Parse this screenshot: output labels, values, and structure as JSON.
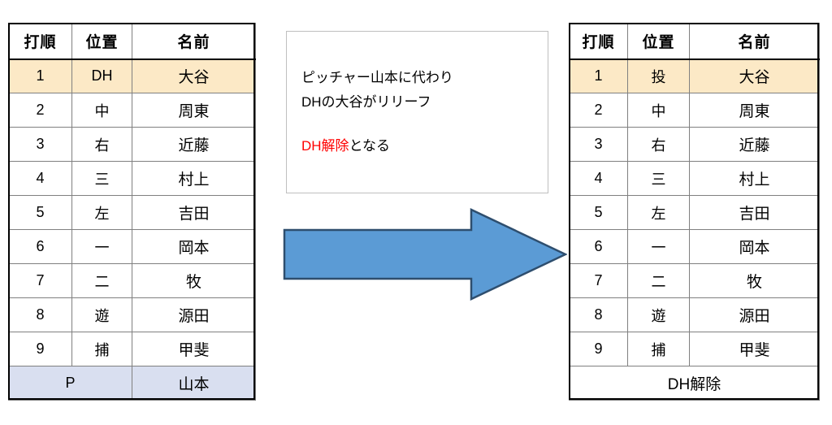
{
  "diagram": {
    "title_semantics": "baseball-lineup-dh-release-diagram",
    "colors": {
      "highlight_cream": "#FCE9C6",
      "highlight_blue": "#D9DFF0",
      "accent_red": "#FF0000",
      "arrow_fill": "#5B9BD5",
      "arrow_stroke": "#2E4E6E",
      "table_border": "#808080",
      "box_border": "#BFBFBF"
    }
  },
  "left_table": {
    "name": "before-lineup-table",
    "headers": [
      "打順",
      "位置",
      "名前"
    ],
    "rows": [
      {
        "order": "1",
        "position": "DH",
        "name": "大谷",
        "highlight": "cream"
      },
      {
        "order": "2",
        "position": "中",
        "name": "周東",
        "highlight": "none"
      },
      {
        "order": "3",
        "position": "右",
        "name": "近藤",
        "highlight": "none"
      },
      {
        "order": "4",
        "position": "三",
        "name": "村上",
        "highlight": "none"
      },
      {
        "order": "5",
        "position": "左",
        "name": "吉田",
        "highlight": "none"
      },
      {
        "order": "6",
        "position": "一",
        "name": "岡本",
        "highlight": "none"
      },
      {
        "order": "7",
        "position": "二",
        "name": "牧",
        "highlight": "none"
      },
      {
        "order": "8",
        "position": "遊",
        "name": "源田",
        "highlight": "none"
      },
      {
        "order": "9",
        "position": "捕",
        "name": "甲斐",
        "highlight": "none"
      }
    ],
    "footer": {
      "label": "P",
      "name": "山本",
      "highlight": "blue"
    }
  },
  "note": {
    "name": "explanation-text-box",
    "line1": "ピッチャー山本に代わり",
    "line2": "DHの大谷がリリーフ",
    "line3_accent": "DH解除",
    "line3_tail": "となる"
  },
  "arrow": {
    "name": "transition-arrow",
    "direction": "right"
  },
  "right_table": {
    "name": "after-lineup-table",
    "headers": [
      "打順",
      "位置",
      "名前"
    ],
    "rows": [
      {
        "order": "1",
        "position": "投",
        "name": "大谷",
        "highlight": "cream",
        "position_accent": true
      },
      {
        "order": "2",
        "position": "中",
        "name": "周東",
        "highlight": "none",
        "position_accent": false
      },
      {
        "order": "3",
        "position": "右",
        "name": "近藤",
        "highlight": "none",
        "position_accent": false
      },
      {
        "order": "4",
        "position": "三",
        "name": "村上",
        "highlight": "none",
        "position_accent": false
      },
      {
        "order": "5",
        "position": "左",
        "name": "吉田",
        "highlight": "none",
        "position_accent": false
      },
      {
        "order": "6",
        "position": "一",
        "name": "岡本",
        "highlight": "none",
        "position_accent": false
      },
      {
        "order": "7",
        "position": "二",
        "name": "牧",
        "highlight": "none",
        "position_accent": false
      },
      {
        "order": "8",
        "position": "遊",
        "name": "源田",
        "highlight": "none",
        "position_accent": false
      },
      {
        "order": "9",
        "position": "捕",
        "name": "甲斐",
        "highlight": "none",
        "position_accent": false
      }
    ],
    "footer": {
      "label": "DH解除",
      "highlight": "none"
    }
  }
}
